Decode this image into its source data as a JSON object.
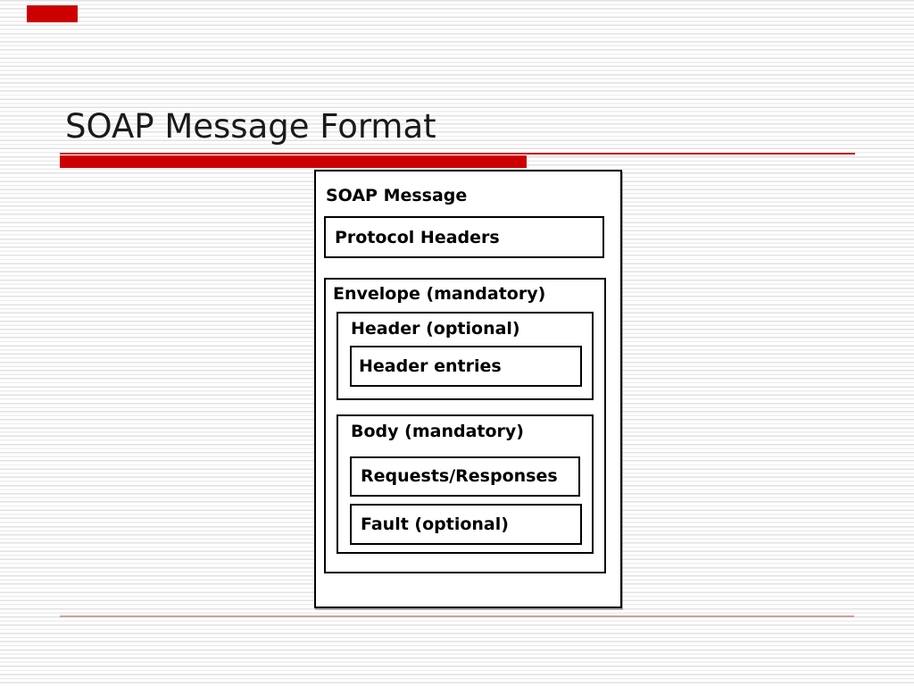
{
  "slide": {
    "title": "SOAP Message Format",
    "accent_color": "#cc0000",
    "thin_rule_color": "#c01818",
    "footer_rule_color": "#c8a2a2",
    "background_stripe_color": "#e2e2e2"
  },
  "diagram": {
    "container_label": "SOAP Message",
    "protocol_headers_label": "Protocol Headers",
    "envelope": {
      "label": "Envelope (mandatory)",
      "header": {
        "label": "Header (optional)",
        "entries_label": "Header entries"
      },
      "body": {
        "label": "Body (mandatory)",
        "requests_label": "Requests/Responses",
        "fault_label": "Fault (optional)"
      }
    }
  }
}
